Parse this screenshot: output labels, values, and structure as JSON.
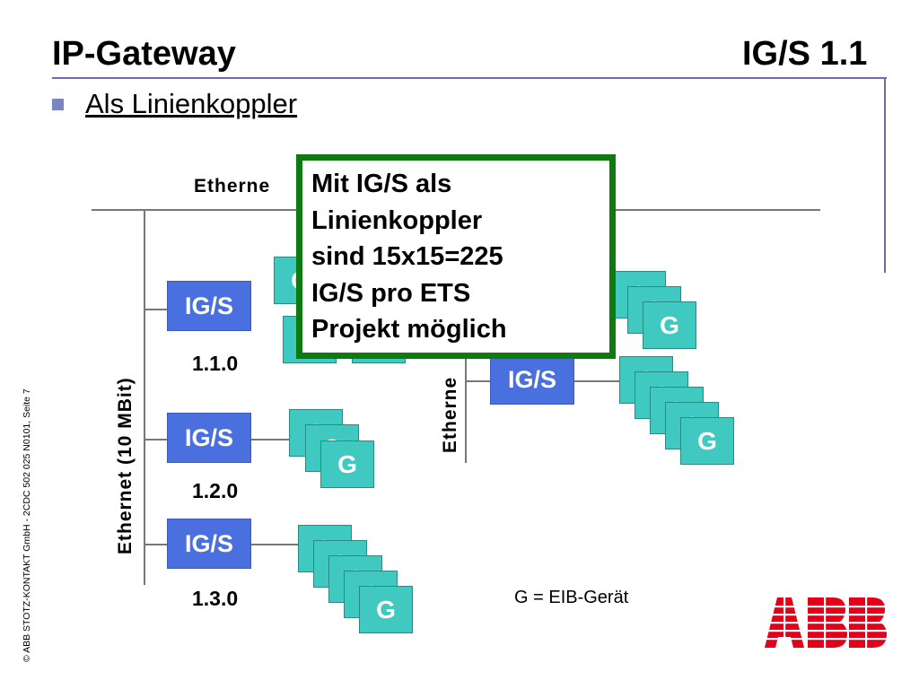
{
  "header": {
    "title": "IP-Gateway",
    "version": "IG/S 1.1"
  },
  "bullet": {
    "text": "Als Linienkoppler"
  },
  "footer": {
    "side_text": "© ABB STOTZ-KONTAKT GmbH  - 2CDC 502 025 N0101, Seite 7"
  },
  "diagram": {
    "ethernet_top_label": "Etherne",
    "ethernet_vertical_label": "Ethernet (10 MBit)",
    "ethernet_right_label": "Etherne",
    "gateway_label": "IG/S",
    "device_label": "G",
    "addresses": [
      "1.1.0",
      "1.2.0",
      "1.3.0"
    ],
    "callout_lines": [
      "Mit IG/S als",
      "Linienkoppler",
      "sind 15x15=225",
      "IG/S pro ETS",
      "Projekt möglich"
    ],
    "legend": "G = EIB-Gerät"
  },
  "colors": {
    "gateway": "#4a70e0",
    "device": "#40c9c0",
    "callout_border": "#0f7a0f",
    "logo": "#e2001a"
  },
  "logo": {
    "name": "abb-logo",
    "text": "ABB"
  }
}
